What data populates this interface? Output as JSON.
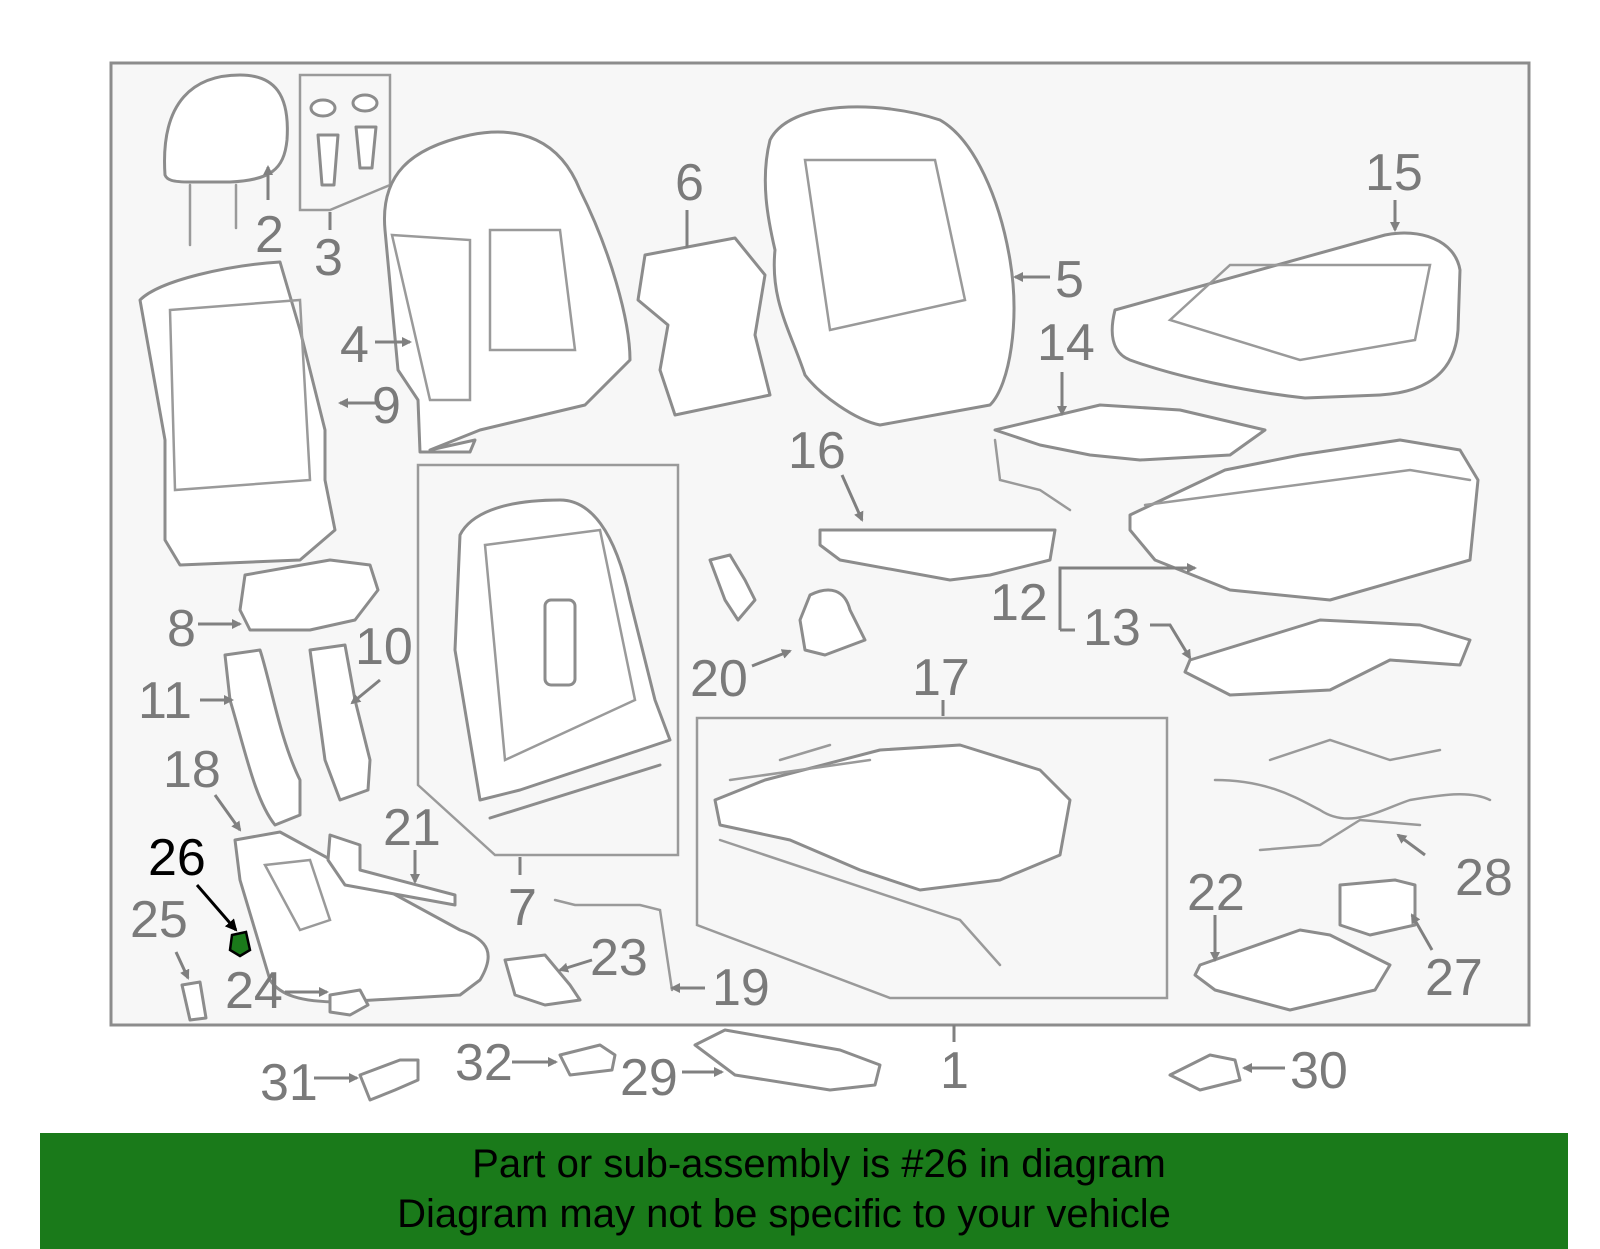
{
  "diagram": {
    "highlighted_part": "26",
    "labels": [
      "1",
      "2",
      "3",
      "4",
      "5",
      "6",
      "7",
      "8",
      "9",
      "10",
      "11",
      "12",
      "13",
      "14",
      "15",
      "16",
      "17",
      "18",
      "19",
      "20",
      "21",
      "22",
      "23",
      "24",
      "25",
      "26",
      "27",
      "28",
      "29",
      "30",
      "31",
      "32"
    ],
    "highlight_color": "#1a7a1a",
    "line_color": "#8c8c8c"
  },
  "banner": {
    "line1": "Part or sub-assembly is #26 in diagram",
    "line2": "Diagram may not be specific to your vehicle",
    "background": "#1a7a1a"
  }
}
